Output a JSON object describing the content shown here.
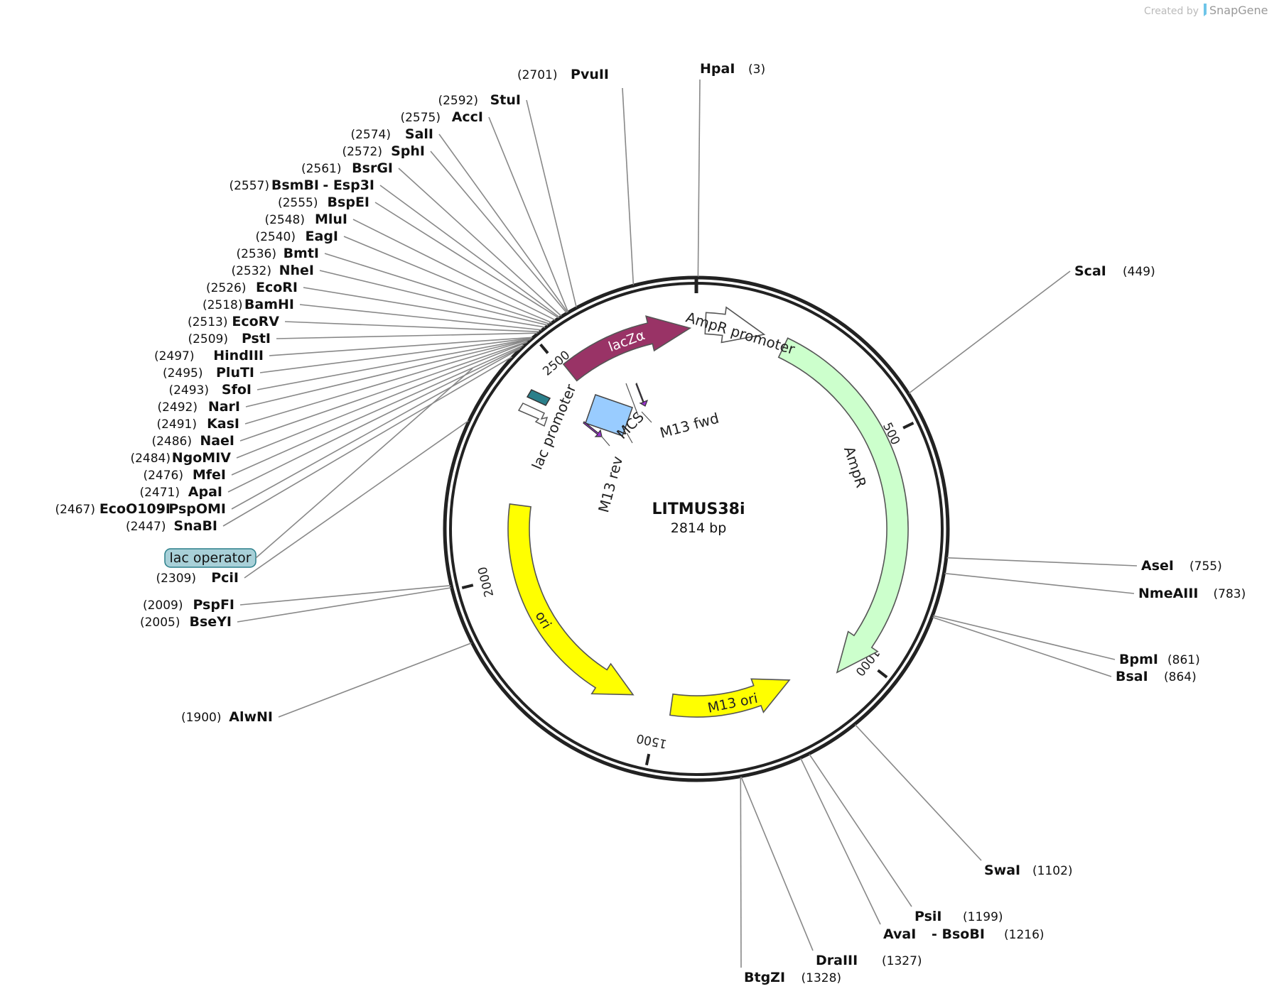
{
  "credit": {
    "prefix": "Created by",
    "brand": "SnapGene"
  },
  "plasmid": {
    "name": "LITMUS38i",
    "length_label": "2814 bp",
    "length": 2814
  },
  "ticks": [
    {
      "pos": 500,
      "label": "500"
    },
    {
      "pos": 1000,
      "label": "1000"
    },
    {
      "pos": 1500,
      "label": "1500"
    },
    {
      "pos": 2000,
      "label": "2000"
    },
    {
      "pos": 2500,
      "label": "2500"
    }
  ],
  "features": [
    {
      "name": "AmpR",
      "start": 200,
      "end": 1060,
      "dir": 1,
      "color": "#ccffcc",
      "ring": 1,
      "label_inside": false
    },
    {
      "name": "AmpR promoter",
      "start": 20,
      "end": 150,
      "dir": 1,
      "color": "#ffffff",
      "ring": 0,
      "label_inside": false
    },
    {
      "name": "M13 ori",
      "start": 1160,
      "end": 1470,
      "dir": -1,
      "color": "#ffff00",
      "ring": 2,
      "label_inside": true
    },
    {
      "name": "ori",
      "start": 1570,
      "end": 2170,
      "dir": -1,
      "color": "#ffff00",
      "ring": 2,
      "label_inside": true
    },
    {
      "name": "lacZα",
      "start": 2510,
      "end": 2800,
      "dir": 1,
      "color": "#993366",
      "ring": 1,
      "label_inside": true
    }
  ],
  "labels": {
    "ampr_promoter": "AmpR promoter",
    "ampr": "AmpR",
    "lac_promoter": "lac promoter",
    "mcs": "MCS",
    "m13_fwd": "M13 fwd",
    "m13_rev": "M13 rev",
    "lac_operator": "lac operator"
  },
  "sites_left": [
    {
      "name": "PvuII",
      "pos": "(2701)",
      "site": 2701
    },
    {
      "name": "StuI",
      "pos": "(2592)",
      "site": 2592
    },
    {
      "name": "AccI",
      "pos": "(2575)",
      "site": 2575
    },
    {
      "name": "SalI",
      "pos": "(2574)",
      "site": 2574
    },
    {
      "name": "SphI",
      "pos": "(2572)",
      "site": 2572
    },
    {
      "name": "BsrGI",
      "pos": "(2561)",
      "site": 2561
    },
    {
      "name": "BsmBI",
      "name2": "- Esp3I",
      "pos": "(2557)",
      "site": 2557
    },
    {
      "name": "BspEI",
      "pos": "(2555)",
      "site": 2555
    },
    {
      "name": "MluI",
      "pos": "(2548)",
      "site": 2548
    },
    {
      "name": "EagI",
      "pos": "(2540)",
      "site": 2540
    },
    {
      "name": "BmtI",
      "pos": "(2536)",
      "site": 2536
    },
    {
      "name": "NheI",
      "pos": "(2532)",
      "site": 2532
    },
    {
      "name": "EcoRI",
      "pos": "(2526)",
      "site": 2526
    },
    {
      "name": "BamHI",
      "pos": "(2518)",
      "site": 2518
    },
    {
      "name": "EcoRV",
      "pos": "(2513)",
      "site": 2513
    },
    {
      "name": "PstI",
      "pos": "(2509)",
      "site": 2509
    },
    {
      "name": "HindIII",
      "pos": "(2497)",
      "site": 2497
    },
    {
      "name": "PluTI",
      "pos": "(2495)",
      "site": 2495
    },
    {
      "name": "SfoI",
      "pos": "(2493)",
      "site": 2493
    },
    {
      "name": "NarI",
      "pos": "(2492)",
      "site": 2492
    },
    {
      "name": "KasI",
      "pos": "(2491)",
      "site": 2491
    },
    {
      "name": "NaeI",
      "pos": "(2486)",
      "site": 2486
    },
    {
      "name": "NgoMIV",
      "pos": "(2484)",
      "site": 2484
    },
    {
      "name": "MfeI",
      "pos": "(2476)",
      "site": 2476
    },
    {
      "name": "ApaI",
      "pos": "(2471)",
      "site": 2471
    },
    {
      "name": "EcoO109I",
      "name2": "- PspOMI",
      "pos": "(2467)",
      "site": 2467
    },
    {
      "name": "SnaBI",
      "pos": "(2447)",
      "site": 2447
    },
    {
      "name": "PciI",
      "pos": "(2309)",
      "site": 2309
    },
    {
      "name": "PspFI",
      "pos": "(2009)",
      "site": 2009
    },
    {
      "name": "BseYI",
      "pos": "(2005)",
      "site": 2005
    },
    {
      "name": "AlwNI",
      "pos": "(1900)",
      "site": 1900
    }
  ],
  "sites_right": [
    {
      "name": "HpaI",
      "pos": "(3)",
      "site": 3
    },
    {
      "name": "ScaI",
      "pos": "(449)",
      "site": 449
    },
    {
      "name": "AseI",
      "pos": "(755)",
      "site": 755
    },
    {
      "name": "NmeAIII",
      "pos": "(783)",
      "site": 783
    },
    {
      "name": "BpmI",
      "pos": "(861)",
      "site": 861
    },
    {
      "name": "BsaI",
      "pos": "(864)",
      "site": 864
    },
    {
      "name": "SwaI",
      "pos": "(1102)",
      "site": 1102
    },
    {
      "name": "PsiI",
      "pos": "(1199)",
      "site": 1199
    },
    {
      "name": "AvaI",
      "name2": "- BsoBI",
      "pos": "(1216)",
      "site": 1216
    },
    {
      "name": "DraIII",
      "pos": "(1327)",
      "site": 1327
    },
    {
      "name": "BtgZI",
      "pos": "(1328)",
      "site": 1328
    }
  ]
}
